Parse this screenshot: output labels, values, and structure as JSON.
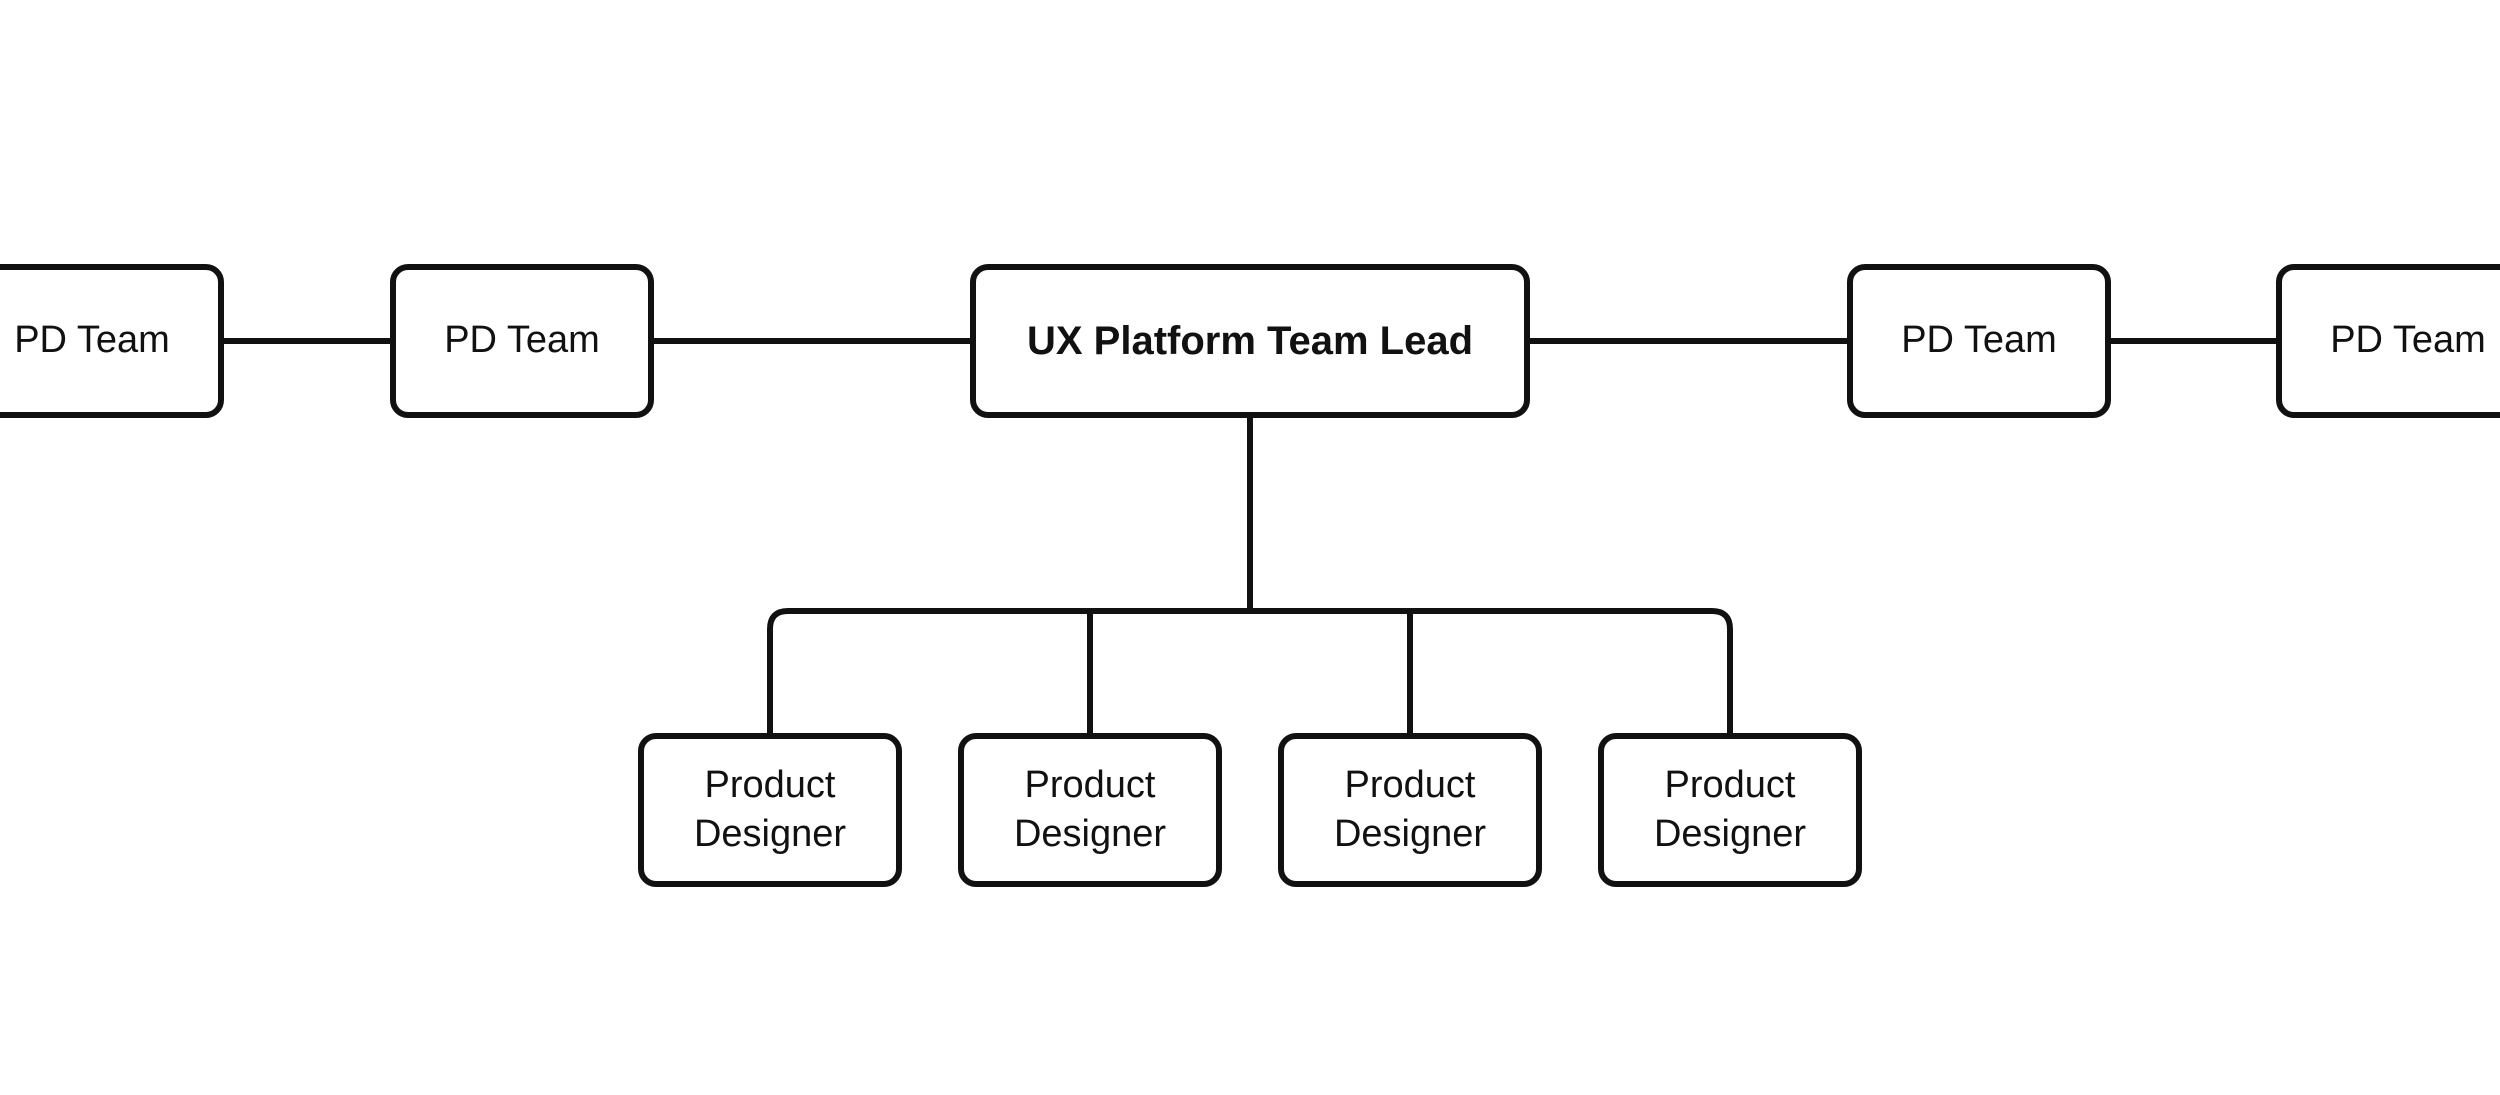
{
  "lead": {
    "label": "UX Platform Team Lead"
  },
  "left_teams": [
    {
      "label": "PD Team"
    },
    {
      "label": "PD Team"
    }
  ],
  "right_teams": [
    {
      "label": "PD Team"
    },
    {
      "label": "PD Team"
    }
  ],
  "designers": [
    {
      "label": "Product Designer"
    },
    {
      "label": "Product Designer"
    },
    {
      "label": "Product Designer"
    },
    {
      "label": "Product Designer"
    }
  ]
}
